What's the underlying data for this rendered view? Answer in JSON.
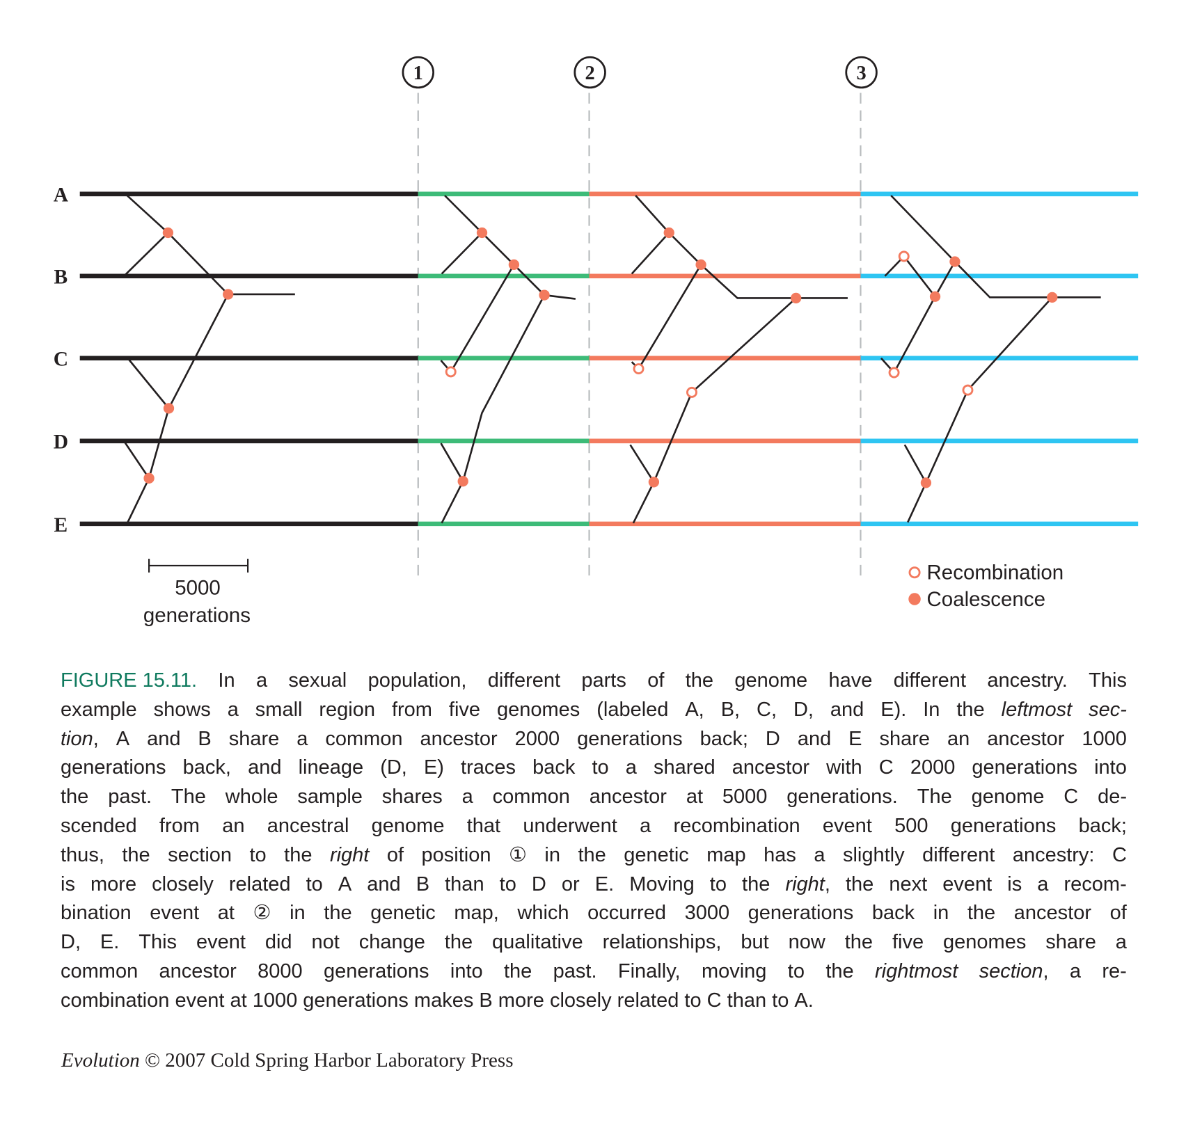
{
  "figure": {
    "genome_labels": [
      "A",
      "B",
      "C",
      "D",
      "E"
    ],
    "breakpoints": [
      "1",
      "2",
      "3"
    ],
    "scale_bar": {
      "value": "5000",
      "unit": "generations"
    },
    "legend": {
      "recombination": "Recombination",
      "coalescence": "Coalescence"
    },
    "colors": {
      "section0": "#231f20",
      "section1": "#3dbb78",
      "section2": "#f37a5e",
      "section3": "#2ec5f2",
      "event": "#f37a5e",
      "dashed": "#b8bcbe"
    }
  },
  "caption": {
    "label": "FIGURE 15.11.",
    "lines": [
      [
        {
          "t": "In a sexual population, different parts of the genome have different ancestry. This"
        }
      ],
      [
        {
          "t": "example shows a small region from five genomes (labeled A, B, C, D, and E). In the "
        },
        {
          "t": "leftmost sec-",
          "i": true
        }
      ],
      [
        {
          "t": "tion",
          "i": true
        },
        {
          "t": ", A and B share a common ancestor 2000 generations back; D and E share an ancestor 1000"
        }
      ],
      [
        {
          "t": "generations back, and lineage (D, E) traces back to a shared ancestor with C 2000 generations into"
        }
      ],
      [
        {
          "t": "the past. The whole sample shares a common ancestor at 5000 generations. The genome C de-"
        }
      ],
      [
        {
          "t": "scended from an ancestral genome that underwent a recombination event 500 generations back;"
        }
      ],
      [
        {
          "t": "thus, the section to the "
        },
        {
          "t": "right",
          "i": true
        },
        {
          "t": " of position ① in the genetic map has a slightly different ancestry: C"
        }
      ],
      [
        {
          "t": "is more closely related to A and B than to D or E. Moving to the "
        },
        {
          "t": "right",
          "i": true
        },
        {
          "t": ", the next event is a recom-"
        }
      ],
      [
        {
          "t": "bination event at ② in the genetic map, which occurred 3000 generations back in the ancestor of"
        }
      ],
      [
        {
          "t": "D, E. This event did not change the qualitative relationships, but now the five genomes share a"
        }
      ],
      [
        {
          "t": "common ancestor 8000 generations into the past. Finally, moving to the "
        },
        {
          "t": "rightmost section",
          "i": true
        },
        {
          "t": ", a re-"
        }
      ],
      [
        {
          "t": "combination event at 1000 generations makes B more closely related to C than to A."
        }
      ]
    ]
  },
  "credit": {
    "title": "Evolution",
    "rest": " © 2007 Cold Spring Harbor Laboratory Press"
  }
}
